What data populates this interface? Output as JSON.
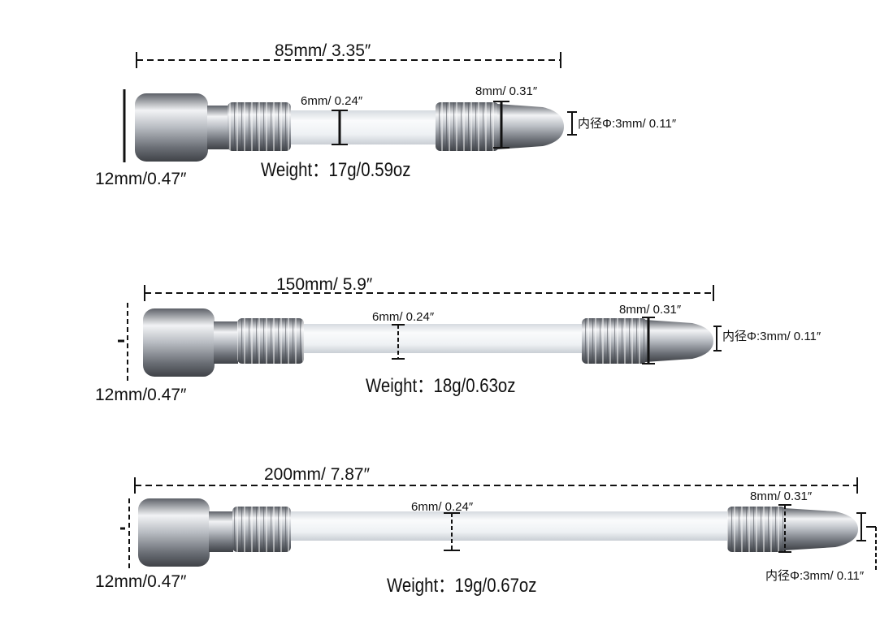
{
  "products": [
    {
      "length": "85mm/ 3.35″",
      "head_diameter": "12mm/0.47″",
      "shaft_diameter": "6mm/ 0.24″",
      "thread_diameter": "8mm/ 0.31″",
      "inner_diameter": "内径Φ:3mm/ 0.11″",
      "weight": "Weight：17g/0.59oz"
    },
    {
      "length": "150mm/ 5.9″",
      "head_diameter": "12mm/0.47″",
      "shaft_diameter": "6mm/ 0.24″",
      "thread_diameter": "8mm/ 0.31″",
      "inner_diameter": "内径Φ:3mm/ 0.11″",
      "weight": "Weight：18g/0.63oz"
    },
    {
      "length": "200mm/ 7.87″",
      "head_diameter": "12mm/0.47″",
      "shaft_diameter": "6mm/ 0.24″",
      "thread_diameter": "8mm/ 0.31″",
      "inner_diameter": "内径Φ:3mm/ 0.11″",
      "weight": "Weight：19g/0.67oz"
    }
  ],
  "colors": {
    "background": "#ffffff",
    "metal_dark": "#6f737a",
    "metal_light": "#f4f5f7",
    "tube": "#eef1f4",
    "dimension_line": "#111111"
  }
}
